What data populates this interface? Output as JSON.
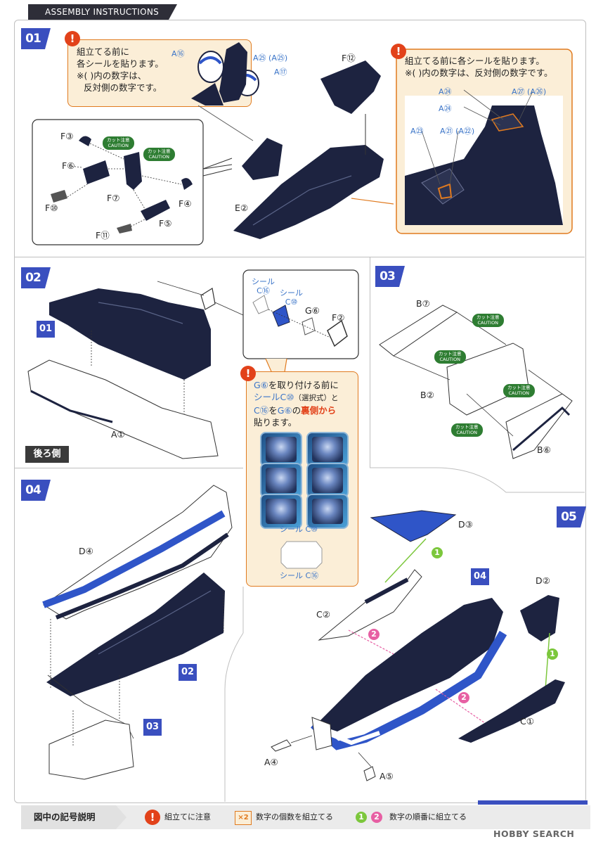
{
  "header": {
    "title": "ASSEMBLY INSTRUCTIONS"
  },
  "steps": {
    "s1": {
      "number": "01"
    },
    "s2": {
      "number": "02",
      "ref": "01",
      "back_label": "後ろ側"
    },
    "s3": {
      "number": "03"
    },
    "s4": {
      "number": "04",
      "refs": [
        "02",
        "03"
      ]
    },
    "s5": {
      "number": "05",
      "ref": "04"
    }
  },
  "notes": {
    "n1": {
      "l1": "組立てる前に",
      "l2": "各シールを貼ります。",
      "l3": "※( )内の数字は、",
      "l4": "反対側の数字です。"
    },
    "n2": {
      "l1": "組立てる前に各シールを貼ります。",
      "l2": "※( )内の数字は、反対側の数字です。"
    },
    "n3": {
      "p1a": "G⑥",
      "p1b": "を取り付ける前に",
      "p2a": "シール",
      "p2b": "C⑩",
      "p2c": "（選択式）と",
      "p3a": "C⑯",
      "p3b": "を",
      "p3c": "G⑥",
      "p3d": "の",
      "p3e": "裏側から",
      "p4": "貼ります。",
      "seal_c10": "シール C⑩",
      "seal_c16": "シール C⑯"
    }
  },
  "parts": {
    "s1": {
      "A16": "A⑯",
      "A25": "A㉕ (A㉕)",
      "A17": "A⑰",
      "F12": "F⑫",
      "E2": "E②",
      "F3": "F③",
      "F6": "F⑥",
      "F7": "F⑦",
      "F4": "F④",
      "F10": "F⑩",
      "F5": "F⑤",
      "F11": "F⑪",
      "A24a": "A㉔",
      "A24b": "A㉔",
      "A27": "A㉗ (A㉖)",
      "A23": "A㉓",
      "A21": "A㉑ (A㉒)"
    },
    "s2": {
      "sealC16": "シール\nC⑯",
      "sealC10": "シール\nC⑩",
      "G6": "G⑥",
      "F2": "F②",
      "A1": "A①"
    },
    "s3": {
      "B7": "B⑦",
      "B2": "B②",
      "B6": "B⑥"
    },
    "s4": {
      "D4": "D④"
    },
    "s5": {
      "D3": "D③",
      "C2": "C②",
      "D2": "D②",
      "C1": "C①",
      "A4": "A④",
      "A5": "A⑤"
    }
  },
  "caution": {
    "jp": "カット注意",
    "en": "CAUTION"
  },
  "order": {
    "one": "1",
    "two": "2"
  },
  "legend": {
    "title": "図中の記号説明",
    "item1": "組立てに注意",
    "x2": "×2",
    "item2": "数字の個数を組立てる",
    "n1": "1",
    "n2": "2",
    "item3": "数字の順番に組立てる"
  },
  "watermark": "HOBBY SEARCH",
  "colors": {
    "step_blue": "#3a4fbf",
    "note_orange": "#e07a1f",
    "warn_red": "#e2421a",
    "caution_green": "#2e7d32",
    "order_green": "#7cc73c",
    "order_pink": "#e75fa3",
    "part_navy": "#1d2340",
    "part_blue": "#2f55c8"
  }
}
